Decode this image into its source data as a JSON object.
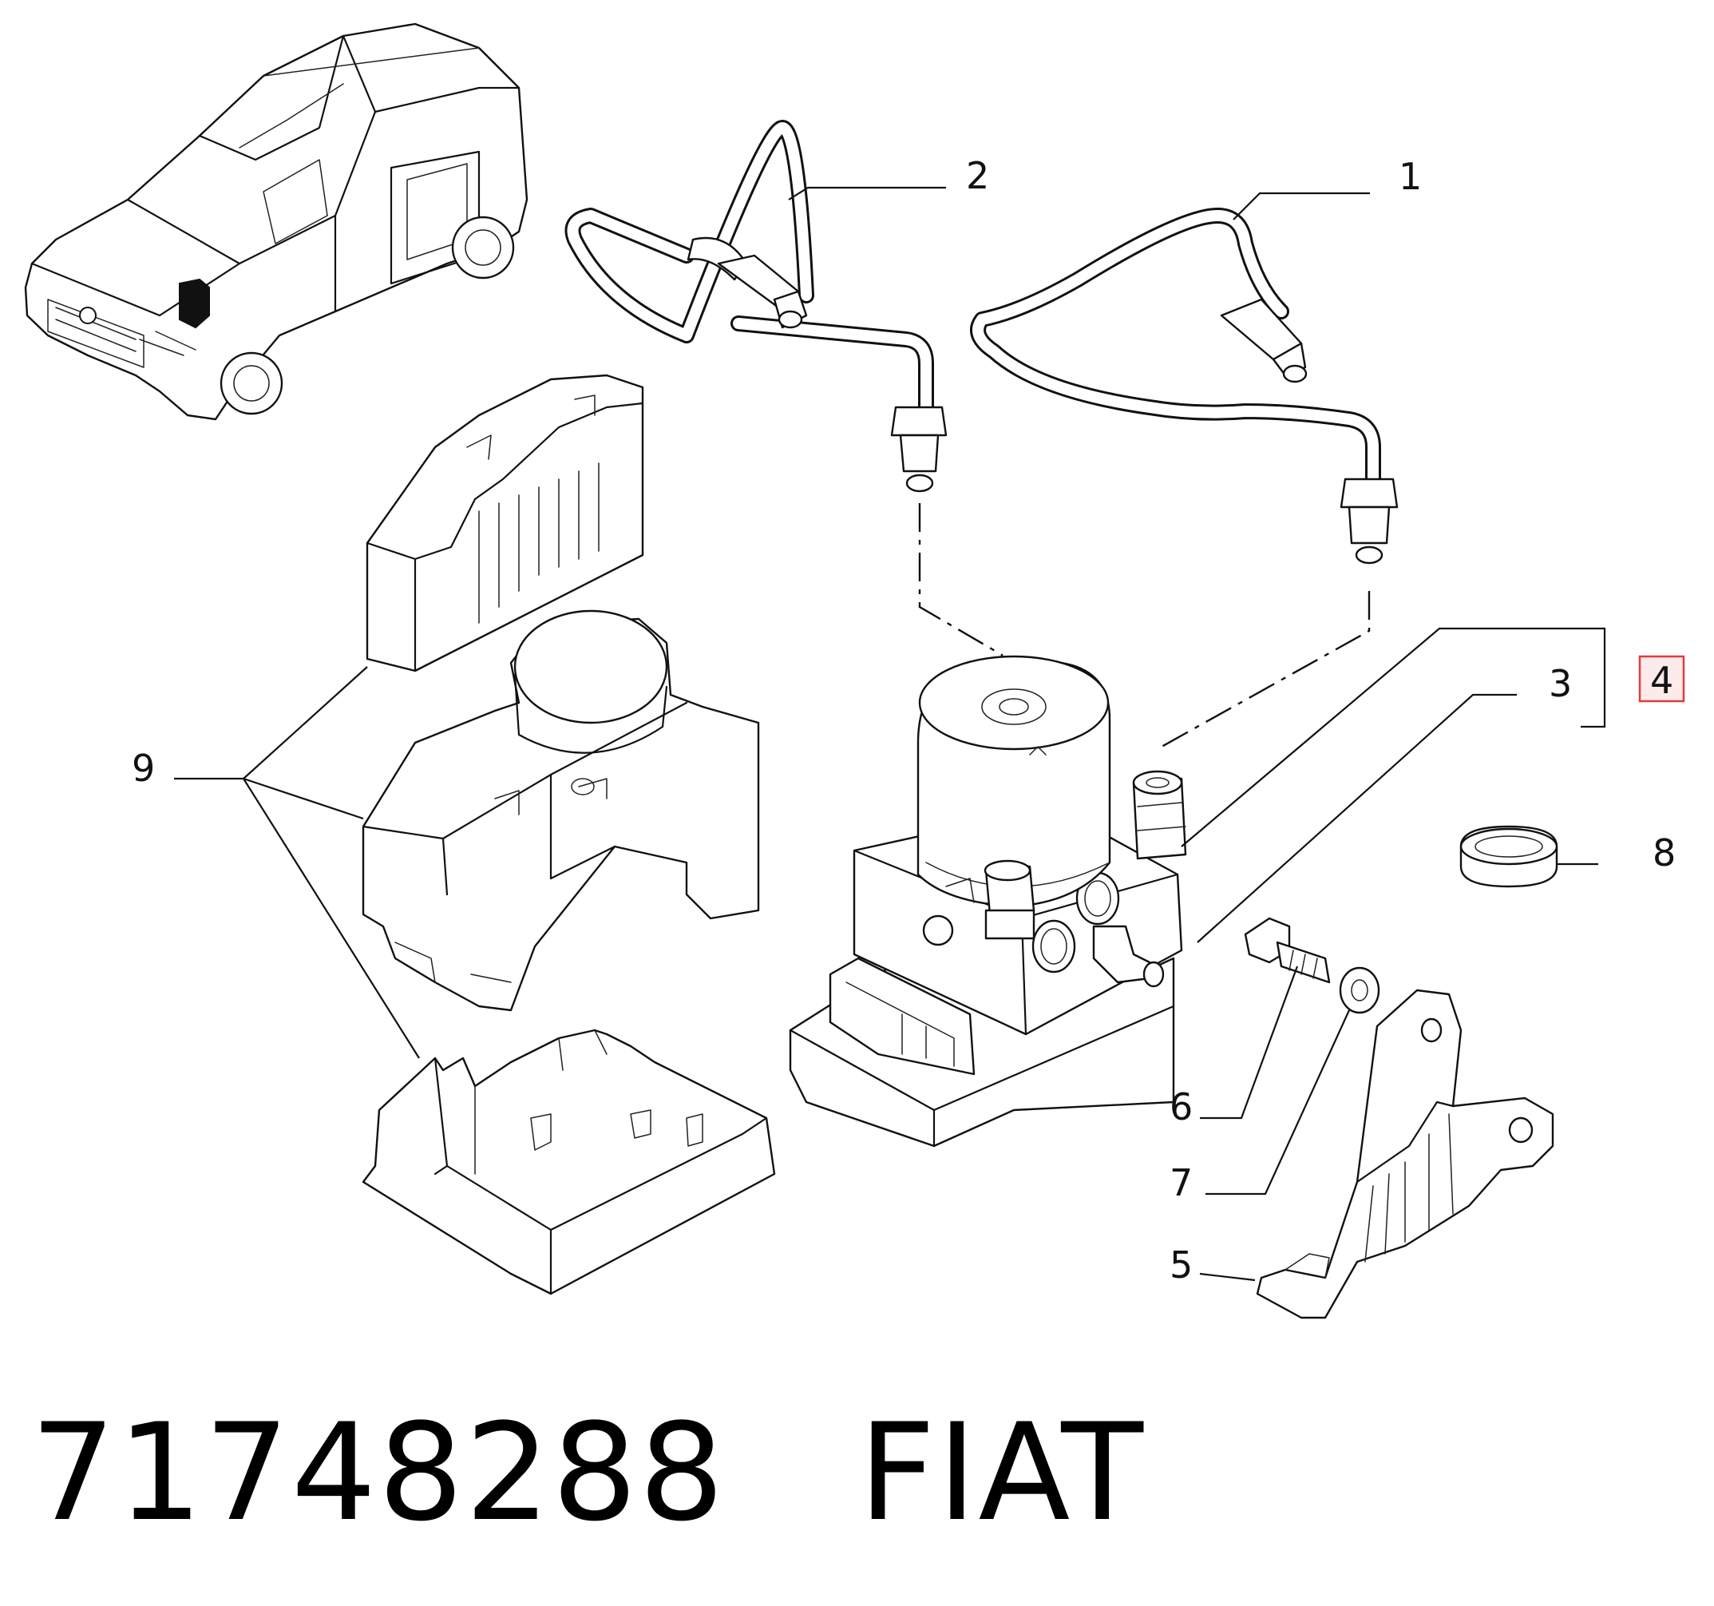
{
  "callouts": {
    "c1": "1",
    "c2": "2",
    "c3": "3",
    "c4": "4",
    "c5": "5",
    "c6": "6",
    "c7": "7",
    "c8": "8",
    "c9": "9"
  },
  "highlight_color": "#e03c3c",
  "footer": {
    "part_number": "71748288",
    "brand": "FIAT"
  }
}
